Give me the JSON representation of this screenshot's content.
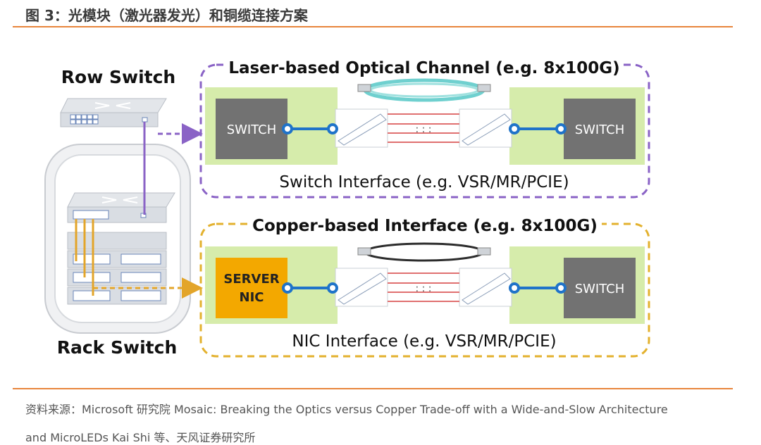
{
  "header": {
    "title": "图 3：光模块（激光器发光）和铜缆连接方案"
  },
  "diagram": {
    "row_switch_label": "Row Switch",
    "rack_switch_label": "Rack Switch",
    "optical": {
      "title": "Laser-based Optical Channel (e.g. 8x100G)",
      "left_box": "SWITCH",
      "right_box": "SWITCH",
      "interface": "Switch Interface (e.g. VSR/MR/PCIE)"
    },
    "copper": {
      "title": "Copper-based Interface (e.g. 8x100G)",
      "left_box_line1": "SERVER",
      "left_box_line2": "NIC",
      "right_box": "SWITCH",
      "interface": "NIC Interface (e.g. VSR/MR/PCIE)"
    },
    "colors": {
      "optical_border": "#8a63c6",
      "copper_border": "#e3b12e",
      "panel_green": "#d6ecab",
      "box_gray": "#727272",
      "nic_orange": "#f3a800"
    }
  },
  "footer": {
    "source_line1": "资料来源：Microsoft 研究院 Mosaic: Breaking the Optics versus Copper Trade-off with a Wide-and-Slow Architecture",
    "source_line2": "and MicroLEDs Kai Shi 等、天风证券研究所"
  }
}
